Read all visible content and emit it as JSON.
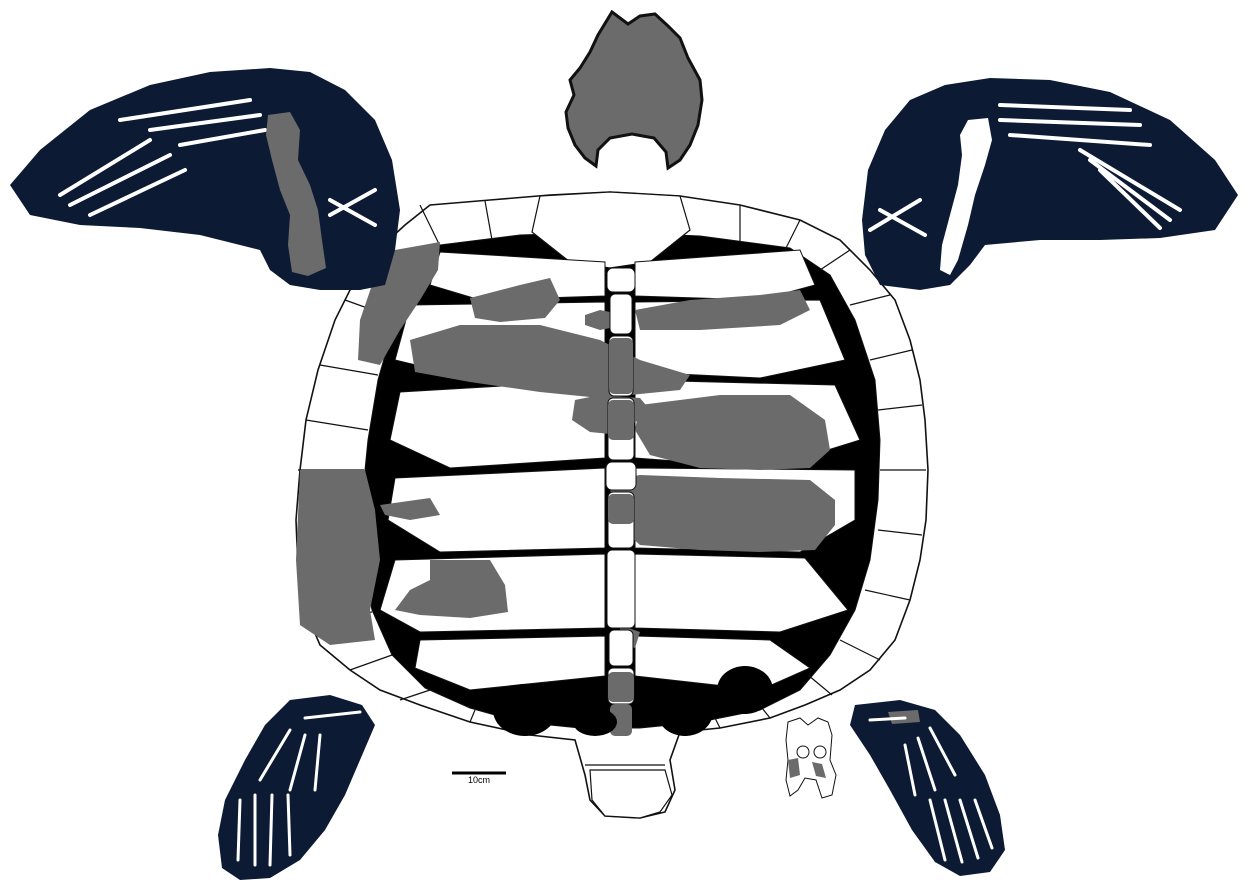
{
  "scale_bar": {
    "label": "10cm"
  },
  "colors": {
    "background": "#ffffff",
    "flipper": "#0c1a33",
    "preserved_bone": "#6b6b6b",
    "gap_shadow": "#000000",
    "outline": "#111111",
    "restored_bone": "#ffffff"
  },
  "elements": [
    "skull-fragment",
    "carapace",
    "left-front-flipper",
    "right-front-flipper",
    "left-rear-flipper",
    "right-rear-flipper",
    "pelvis-inset",
    "scale-bar"
  ]
}
